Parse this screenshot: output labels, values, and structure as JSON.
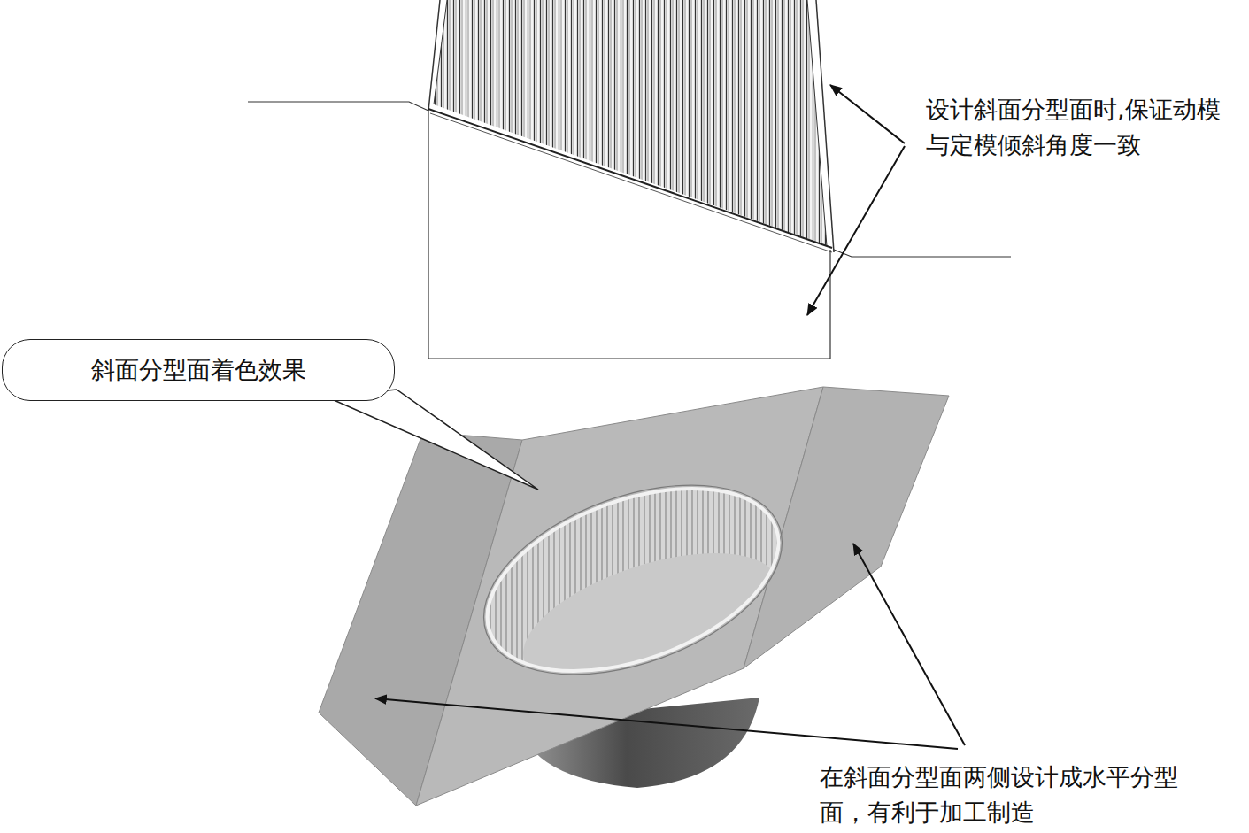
{
  "diagram": {
    "nodes": [
      {
        "text": [
          "斜面分型面着色效果"
        ]
      }
    ],
    "labels": [
      "设计斜面分型面时,保证动模与定模倾斜角度一致",
      "在斜面分型面两侧设计成水平分型面，有利于加工制造"
    ]
  }
}
